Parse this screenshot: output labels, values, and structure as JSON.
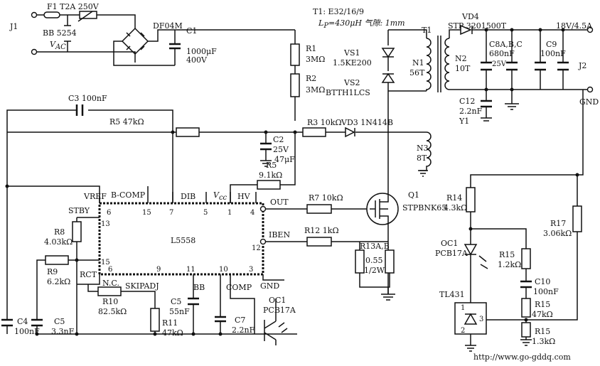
{
  "fuse": {
    "ref": "F1",
    "value": "T2A 250V"
  },
  "input": {
    "connector": "J1",
    "varistor": "BB 5254",
    "vac": "V",
    "vac_sub": "AC"
  },
  "bridge": {
    "label": "DF04M"
  },
  "c1": {
    "ref": "C1",
    "v1": "1000μF",
    "v2": "400V"
  },
  "transformer": {
    "line1": "T1: E32/16/9",
    "line2_a": "L",
    "line2_sub": "P",
    "line2_b": "=430μH 气隙: 1mm",
    "ref": "T1"
  },
  "r1": {
    "ref": "R1",
    "value": "3MΩ"
  },
  "r2": {
    "ref": "R2",
    "value": "3MΩ"
  },
  "vs1": {
    "ref": "VS1",
    "value": "1.5KE200"
  },
  "vs2": {
    "ref": "VS2",
    "value": "BTTH1LCS"
  },
  "n1": {
    "ref": "N1",
    "turns": "56T"
  },
  "vd4": {
    "ref": "VD4",
    "value": "STP 3201500T"
  },
  "output": {
    "rating": "18V/4.5A",
    "connector": "J2",
    "gnd": "GND"
  },
  "n2": {
    "ref": "N2",
    "turns": "10T"
  },
  "c8": {
    "ref": "C8A,B,C",
    "v1": "680nF",
    "v2": "25V"
  },
  "c9": {
    "ref": "C9",
    "value": "100nF"
  },
  "c12": {
    "ref": "C12",
    "value": "2.2nF",
    "y": "Y1"
  },
  "c3": {
    "ref": "C3",
    "value": "100nF"
  },
  "r5a": {
    "ref": "R5",
    "value": "47kΩ"
  },
  "r3": {
    "ref": "R3",
    "value": "10kΩ"
  },
  "vd3": {
    "ref": "VD3",
    "value": "1N414B"
  },
  "c2": {
    "ref": "C2",
    "v1": "25V",
    "v2": "47μF"
  },
  "n3": {
    "ref": "N3",
    "turns": "8T"
  },
  "r5b": {
    "ref": "R5",
    "value": "9.1kΩ"
  },
  "r7": {
    "ref": "R7",
    "value": "10kΩ"
  },
  "q1": {
    "ref": "Q1",
    "value": "STPBNK65"
  },
  "r12": {
    "ref": "R12",
    "value": "1kΩ"
  },
  "r13": {
    "ref": "R13A,B",
    "v1": "0.55",
    "v2": "1/2W"
  },
  "ic": {
    "name": "L5558",
    "top_labels": {
      "vref": "VREF",
      "bcomp": "B-COMP",
      "dib": "DIB",
      "vcc": "V",
      "vcc_sub": "cc",
      "hv": "HV"
    },
    "top_pins": [
      "6",
      "15",
      "7",
      "5",
      "1",
      "4"
    ],
    "right": {
      "out": "OUT",
      "iben": "IBEN",
      "pin12": "12",
      "gnd": "GND"
    },
    "left": {
      "stby": "STBY",
      "pin13": "13",
      "pin15": "15",
      "rct": "RCT"
    },
    "bottom_pins": [
      "6",
      "9",
      "11",
      "10",
      "3"
    ],
    "bottom_labels": {
      "nc": "N.C.",
      "skipadj": "SKIPADJ",
      "bb": "BB",
      "comp": "COMP"
    }
  },
  "r8": {
    "ref": "R8",
    "value": "4.03kΩ"
  },
  "r9": {
    "ref": "R9",
    "value": "6.2kΩ"
  },
  "r10": {
    "ref": "R10",
    "value": "82.5kΩ"
  },
  "r11": {
    "ref": "R11",
    "value": "47kΩ"
  },
  "c4": {
    "ref": "C4",
    "value": "100nF"
  },
  "c5a": {
    "ref": "C5",
    "value": "3.3nF"
  },
  "c5b": {
    "ref": "C5",
    "value": "55nF"
  },
  "c7": {
    "ref": "C7",
    "value": "2.2nF"
  },
  "oc1_bottom": {
    "ref": "OC1",
    "value": "PCB17A"
  },
  "r14": {
    "ref": "R14",
    "value": "4.3kΩ"
  },
  "r17": {
    "ref": "R17",
    "value": "3.06kΩ"
  },
  "oc1_right": {
    "ref": "OC1",
    "value": "PCB17A"
  },
  "r15a": {
    "ref": "R15",
    "value": "1.2kΩ"
  },
  "c10": {
    "ref": "C10",
    "value": "100nF"
  },
  "tl431": {
    "ref": "TL431",
    "p1": "1",
    "p2": "2",
    "p3": "3"
  },
  "r15b": {
    "ref": "R15",
    "value": "47kΩ"
  },
  "r15c": {
    "ref": "R15",
    "value": "1.3kΩ"
  },
  "watermark": "http://www.go-gddq.com"
}
